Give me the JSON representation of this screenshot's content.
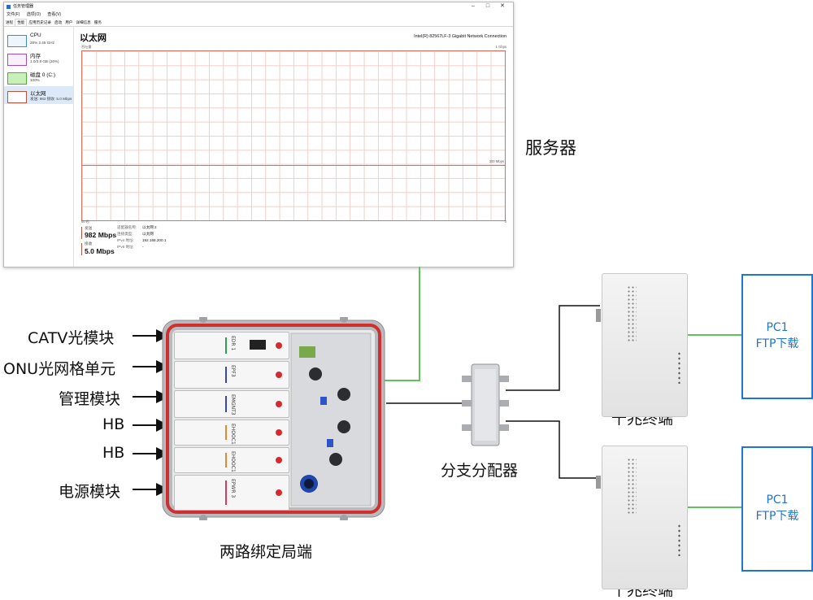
{
  "task_manager": {
    "window_title": "任务管理器",
    "menu": [
      "文件(F)",
      "选项(O)",
      "查看(V)"
    ],
    "tabs": [
      "进程",
      "性能",
      "应用历史记录",
      "启动",
      "用户",
      "详细信息",
      "服务"
    ],
    "active_tab": "性能",
    "sidebar": [
      {
        "name": "CPU",
        "sub": "28% 2.45 GHz",
        "color": "#3c8ad8"
      },
      {
        "name": "内存",
        "sub": "1.0/3.8 GB (26%)",
        "color": "#9b4fc0"
      },
      {
        "name": "磁盘 0 (C:)",
        "sub": "100%",
        "color": "#4caf30"
      },
      {
        "name": "以太网",
        "sub": "发送: 982 接收: 5.0 Mbps",
        "color": "#b8523f"
      }
    ],
    "selected_item": "以太网",
    "title": "以太网",
    "adapter": "Intel(R) 82567LF-3 Gigabit Network Connection",
    "graph_label": "吞吐量",
    "graph_max": "1 Gbps",
    "graph_mid": "300 Mbps",
    "x_left": "60 秒",
    "x_right": "0",
    "send_label": "发送",
    "send_value": "982 Mbps",
    "send_color": "#b8523f",
    "recv_label": "接收",
    "recv_value": "5.0 Mbps",
    "recv_color": "#b8523f",
    "details": [
      {
        "label": "适配器名称:",
        "value": "以太网 2"
      },
      {
        "label": "连接类型:",
        "value": "以太网"
      },
      {
        "label": "IPv4 地址:",
        "value": "192.168.200.1"
      },
      {
        "label": "IPv6 地址:",
        "value": "-"
      }
    ]
  },
  "labels": {
    "server": "服务器",
    "left_modules": [
      "CATV光模块",
      "ONU光网格单元",
      "管理模块",
      "HB",
      "HB",
      "电源模块"
    ],
    "enclosure": "两路绑定局端",
    "splitter": "分支分配器",
    "terminal_top": "千兆终端",
    "terminal_bottom": "千兆终端",
    "pc_top": [
      "PC1",
      "FTP下载"
    ],
    "pc_bottom": [
      "PC1",
      "FTP下载"
    ]
  },
  "module_texts": [
    "EDR 1",
    "EPF3",
    "EMGNT3",
    "EHOOC1",
    "EHOOC1",
    "EPWR 3"
  ],
  "module_colors": [
    "#2e9e55",
    "#3447b5",
    "#3447b5",
    "#e08a2a",
    "#e08a2a",
    "#d63a66"
  ],
  "colors": {
    "link_green": "#5ec35a",
    "pc_blue": "#1f76d0",
    "enclosure_red": "#cf2f2f"
  }
}
